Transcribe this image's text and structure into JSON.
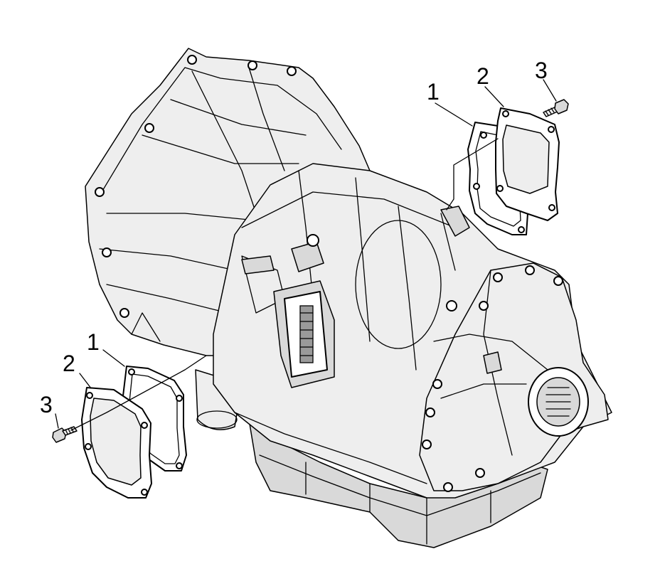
{
  "callouts": [
    {
      "label": "1"
    },
    {
      "label": "2"
    },
    {
      "label": "3"
    },
    {
      "label": "1"
    },
    {
      "label": "2"
    },
    {
      "label": "3"
    }
  ]
}
